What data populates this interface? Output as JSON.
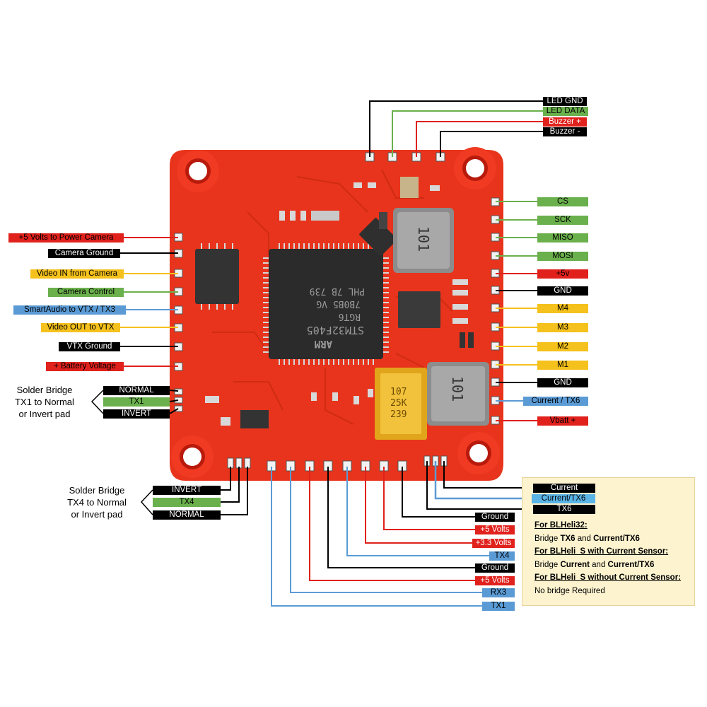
{
  "colors": {
    "black": "#000000",
    "green": "#6ab04c",
    "red": "#e0211c",
    "yellow": "#f5c11c",
    "blue": "#5b9bd5",
    "board": "#e8341c",
    "note_bg": "#fdf3cf"
  },
  "labels": {
    "led_gnd": "LED GND",
    "led_data": "LED DATA",
    "buzzer_plus": "Buzzer +",
    "buzzer_minus": "Buzzer -",
    "cs": "CS",
    "sck": "SCK",
    "miso": "MISO",
    "mosi": "MOSI",
    "plus5v": "+5v",
    "gnd_right": "GND",
    "m4": "M4",
    "m3": "M3",
    "m2": "M2",
    "m1": "M1",
    "gnd_right2": "GND",
    "current_tx6_right": "Current / TX6",
    "vbatt_plus": "Vbatt +",
    "power_camera": "+5 Volts to Power Camera",
    "camera_ground": "Camera Ground",
    "video_in": "Video IN from Camera",
    "camera_control": "Camera Control",
    "smartaudio": "SmartAudio to VTX / TX3",
    "video_out": "Video OUT to VTX",
    "vtx_ground": "VTX Ground",
    "battery_voltage": "+ Battery Voltage",
    "normal_top": "NORMAL",
    "tx1_top": "TX1",
    "invert_top": "INVERT",
    "invert_bottom": "INVERT",
    "tx4_bottom": "TX4",
    "normal_bottom": "NORMAL",
    "current_bottom": "Current",
    "current_tx6_bottom": "Current/TX6",
    "tx6_bottom": "TX6",
    "ground_1": "Ground",
    "plus5_volts_1": "+5 Volts",
    "plus3_3_volts": "+3.3 Volts",
    "tx4_pad": "TX4",
    "ground_2": "Ground",
    "plus5_volts_2": "+5 Volts",
    "rx3": "RX3",
    "tx1_pad": "TX1"
  },
  "captions": {
    "bridge_tx1": [
      "Solder Bridge",
      "TX1 to Normal",
      "or Invert pad"
    ],
    "bridge_tx4": [
      "Solder Bridge",
      "TX4 to Normal",
      "or Invert pad"
    ]
  },
  "notes": {
    "h1": "For BLHeli32:",
    "t1_a": "Bridge ",
    "t1_b": "TX6",
    "t1_c": " and ",
    "t1_d": "Current/TX6",
    "h2": "For BLHeli_S with Current Sensor:",
    "t2_a": "Bridge ",
    "t2_b": "Current",
    "t2_c": " and ",
    "t2_d": "Current/TX6",
    "h3": "For BLHeli_S without Current Sensor:",
    "t3": "No bridge Required"
  },
  "board": {
    "mcu_brand": "ARM",
    "mcu_part": "STM32F405",
    "mcu_line2": "RGT6",
    "mcu_line3": "7B0B5 VG",
    "mcu_line4": "PHL 7B 739",
    "inductor_1": "101",
    "inductor_2": "101",
    "capacitor": [
      "107",
      "25K",
      "239"
    ]
  }
}
